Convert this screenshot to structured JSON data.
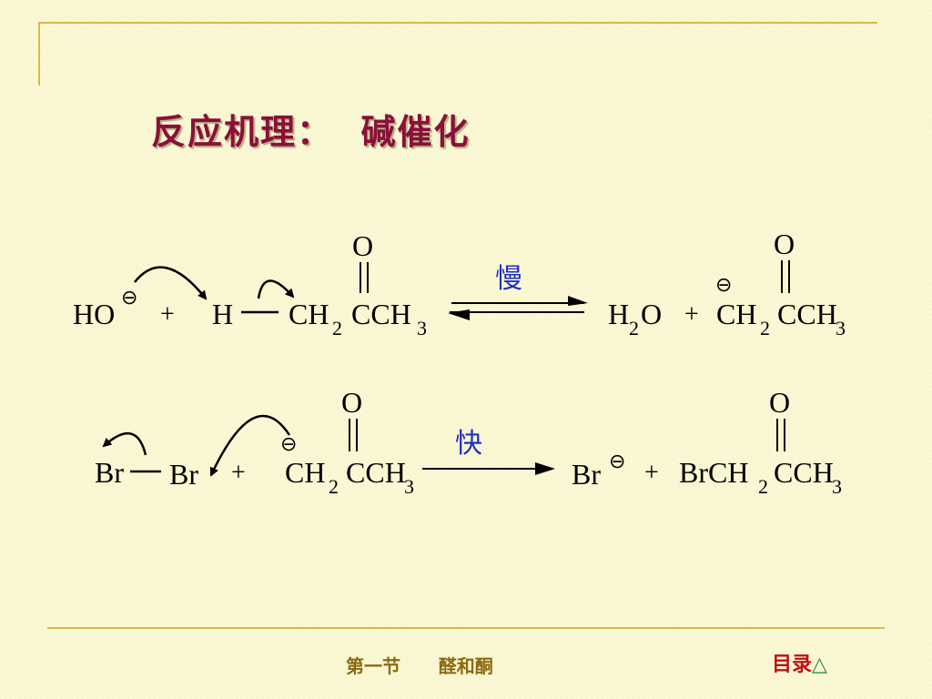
{
  "slide": {
    "title": "反应机理：  碱催化"
  },
  "reaction1": {
    "ho": "HO",
    "charge": "⊖",
    "plus": "+",
    "h": "H",
    "ch2": "CH",
    "sub2": "2",
    "cch3": "CCH",
    "sub3": "3",
    "oxygen": "O",
    "condition": "慢",
    "h2o_h": "H",
    "h2o_sub": "2",
    "h2o_o": "O"
  },
  "reaction2": {
    "br": "Br",
    "plus": "+",
    "charge": "⊖",
    "ch2": "CH",
    "sub2": "2",
    "cch3": "CCH",
    "sub3": "3",
    "oxygen": "O",
    "condition": "快",
    "brch2": "BrCH"
  },
  "footer": {
    "section": "第一节      醛和酮",
    "nav_label": "目录",
    "nav_icon": "△"
  },
  "colors": {
    "title": "#8a1038",
    "condition": "#2030c0",
    "frame": "#d9b84a",
    "nav": "#c01010",
    "nav_icon": "#1a8a3a"
  }
}
